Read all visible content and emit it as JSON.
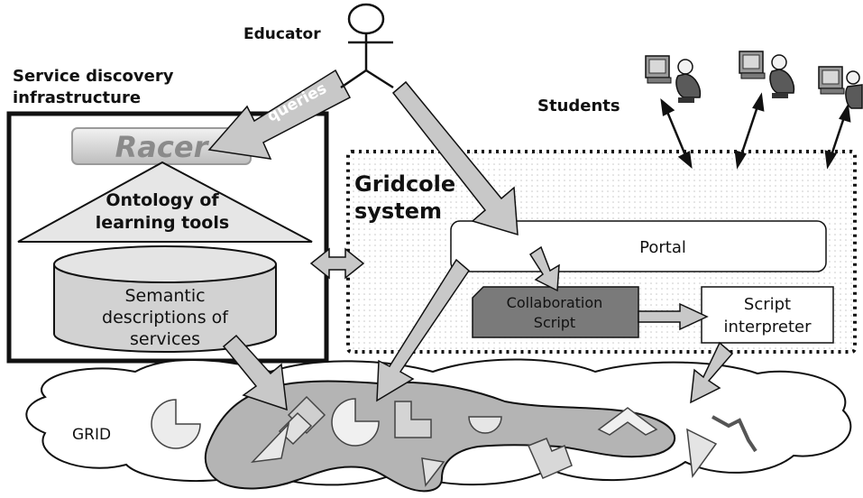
{
  "labels": {
    "educator": "Educator",
    "service_discovery_line1": "Service discovery",
    "service_discovery_line2": "infrastructure",
    "students": "Students",
    "queries": "queries",
    "racer": "Racer",
    "ontology_line1": "Ontology of",
    "ontology_line2": "learning tools",
    "semantic_line1": "Semantic",
    "semantic_line2": "descriptions of",
    "semantic_line3": "services",
    "gridcole_line1": "Gridcole",
    "gridcole_line2": "system",
    "portal": "Portal",
    "collab_line1": "Collaboration",
    "collab_line2": "Script",
    "interp_line1": "Script",
    "interp_line2": "interpreter",
    "grid": "GRID"
  },
  "colors": {
    "arrow_fill": "#c8c8c8",
    "grid_blob": "#b4b4b4",
    "collab_box": "#7a7a7a",
    "shape_fill": "#d9d9d9"
  }
}
